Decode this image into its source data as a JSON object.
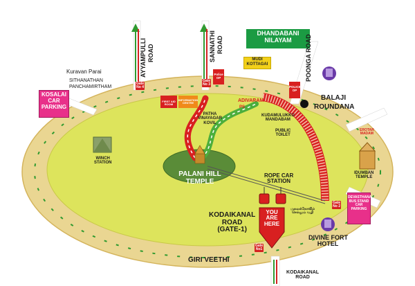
{
  "labels": {
    "kuravan_parai": "Kuravan Parai",
    "sithanathan": "SITHANATHAN",
    "panchamirtham": "PANCHAMIRTHAM",
    "ayyampulli": "AYYAMPULLI",
    "road_a": "ROAD",
    "sannathi": "SANNATHI",
    "road_s": "ROAD",
    "dhandabani_1": "DHANDABANI",
    "dhandabani_2": "NILAYAM",
    "mudi_1": "MUDI",
    "mudi_2": "KOTTAGAI",
    "poonga": "POONGA ROAD",
    "balaji_1": "BALAJI",
    "balaji_2": "ROUNDANA",
    "kosalai_1": "KOSALAI",
    "kosalai_2": "CAR",
    "kosalai_3": "PARKING",
    "first_aid_1": "FIRST AID",
    "first_aid_2": "ROOM",
    "info_1": "INFORMATION",
    "info_2": "CENTRE",
    "police_op_1": "Police",
    "police_op_2": "OP",
    "police_op2_1": "POLICE",
    "police_op2_2": "OP",
    "patha_1": "PATHA",
    "patha_2": "VINAYAGAR",
    "patha_3": "KOVIL",
    "adivaram": "ADIVARAM",
    "adivaram_ps": "PS",
    "kudamulukku_1": "KUDAMULUKKU",
    "kudamulukku_2": "MANDABAM",
    "public_toilet_1": "PUBLIC",
    "public_toilet_2": "TOILET",
    "winch_1": "WINCH",
    "winch_2": "STATION",
    "palani_1": "PALANI HILL",
    "palani_2": "TEMPLE",
    "rope_1": "ROPE CAR",
    "rope_2": "STATION",
    "you_1": "YOU",
    "you_2": "ARE",
    "you_3": "HERE",
    "kodai_1": "KODAIKANAL",
    "kodai_2": "ROAD",
    "kodai_3": "(GATE-1)",
    "giri": "GIRI VEETHI",
    "kodai_bottom_1": "KODAIKANAL",
    "kodai_bottom_2": "ROAD",
    "devasthana_1": "DEVASTHANA",
    "devasthana_2": "BUS STAND",
    "devasthana_3": "CAR",
    "devasthana_4": "PARKING",
    "divine_1": "DIVINE FORT",
    "divine_2": "HOTEL",
    "idumban_1": "IDUMBAN",
    "idumban_2": "TEMPLE",
    "erotar_1": "EROTAR",
    "erotar_2": "MADAM",
    "tamil_1": "மலைக்கோவில்",
    "tamil_2": "செல்லும் வழி"
  },
  "gates": {
    "gate1_1": "Gate",
    "gate1_2": "No1",
    "gate2_1": "Gate",
    "gate2_2": "No 2",
    "gate3_1": "Gate",
    "gate3_2": "No 3",
    "gate4_1": "Gate",
    "gate4_2": "No 4"
  },
  "colors": {
    "outer_ring": "#e8d490",
    "inner_field": "#dfe660",
    "hill": "#5f8f3a",
    "path_red": "#d82020",
    "path_green": "#4cae3c",
    "road": "#ffffff",
    "kosalai_bg": "#e8308a",
    "dhandabani_bg": "#1b9b43",
    "mudi_bg": "#f2d01a",
    "devasthana_bg": "#e8308a"
  },
  "icons": [
    "winch-icon",
    "temple-tower-icon",
    "hotel-icon",
    "rope-car-icon",
    "you-are-here-pin-icon"
  ]
}
